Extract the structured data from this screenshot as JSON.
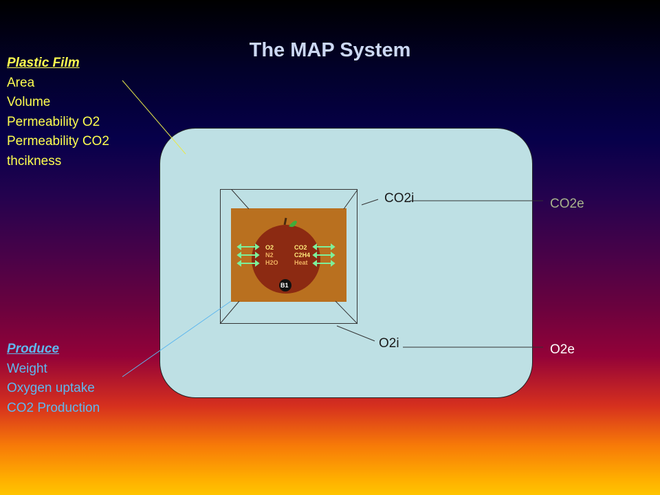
{
  "title": "The MAP System",
  "plastic_film": {
    "heading": "Plastic Film",
    "items": [
      "Area",
      "Volume",
      "Permeability O2",
      "Permeability CO2",
      "thcikness"
    ]
  },
  "produce": {
    "heading": "Produce",
    "items": [
      "Weight",
      "Oxygen uptake",
      "CO2 Production"
    ]
  },
  "labels": {
    "co2_internal": "CO2i",
    "o2_internal": "O2i",
    "co2_external": "CO2e",
    "o2_external": "O2e"
  },
  "fruit": {
    "left_gases": [
      "O2",
      "N2",
      "H2O"
    ],
    "right_gases": [
      "CO2",
      "C2H4",
      "Heat"
    ],
    "badge": "B1"
  },
  "colors": {
    "panel": "#bee0e4",
    "film_text": "#ffff4f",
    "produce_text": "#5fb7ee",
    "co2e_text": "#a8b48c",
    "fruit_body": "#8c2a12",
    "fruit_bg": "#b9701f"
  }
}
